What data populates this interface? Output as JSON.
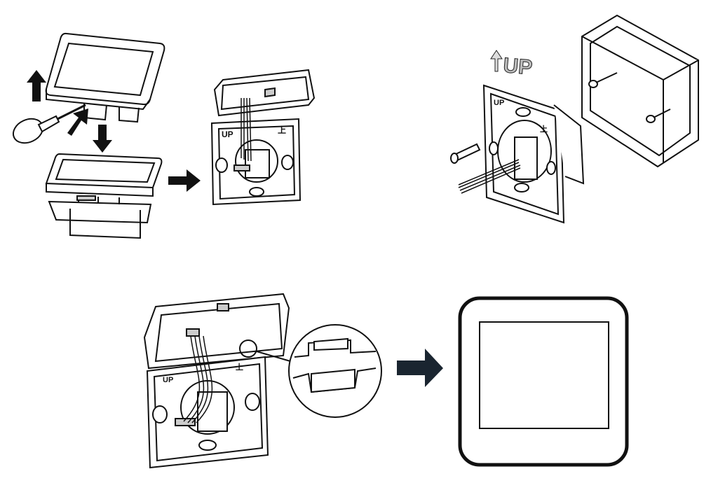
{
  "labels": {
    "up_big": "UP",
    "up_small": "UP",
    "up_cn": "上"
  },
  "icons": {
    "up_arrow": "up-arrow-icon",
    "down_arrow": "down-arrow-icon",
    "right_arrow": "right-arrow-icon",
    "screwdriver": "screwdriver-icon",
    "screw": "screw-icon"
  },
  "colors": {
    "line": "#111111",
    "arrow": "#111111",
    "arrow_dark": "#1a2530",
    "light_fill": "#ffffff",
    "grey_fill": "#d9d9d9"
  }
}
